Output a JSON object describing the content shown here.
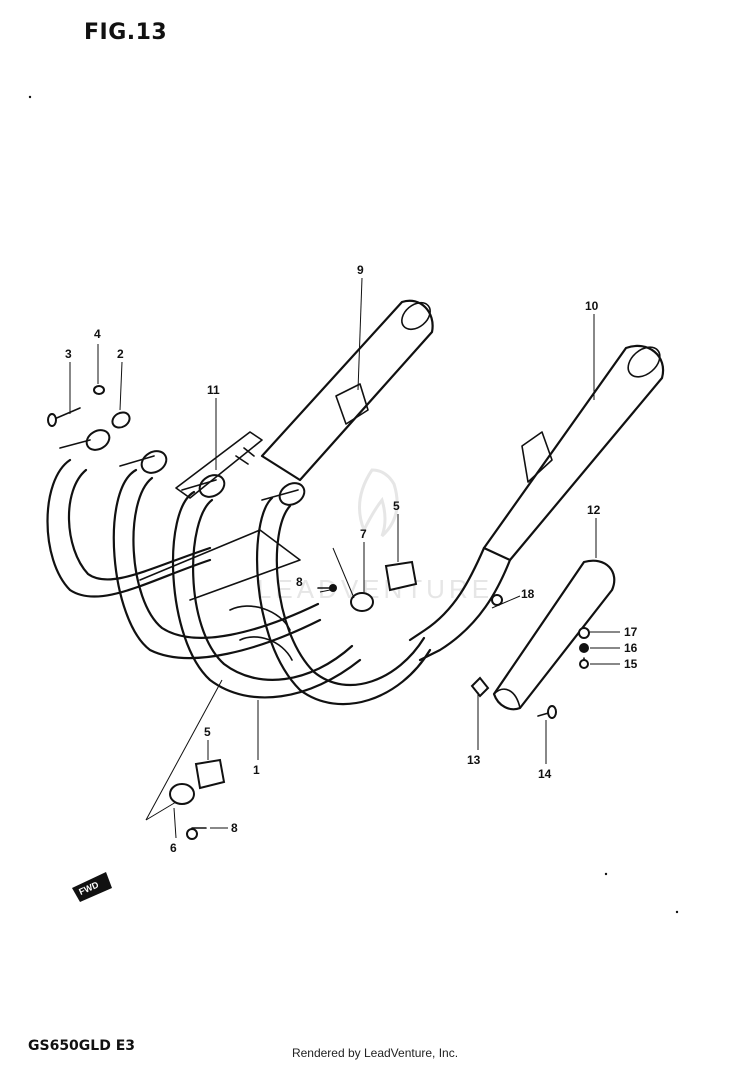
{
  "figure": {
    "title": "FIG.13"
  },
  "model_code": "GS650GLD E3",
  "credit": "Rendered by LeadVenture, Inc.",
  "watermark": "LEADVENTURE",
  "fwd_arrow": "FWD",
  "callouts": {
    "p1": "1",
    "p2": "2",
    "p3": "3",
    "p4": "4",
    "p5a": "5",
    "p5b": "5",
    "p6": "6",
    "p7": "7",
    "p8a": "8",
    "p8b": "8",
    "p9": "9",
    "p10": "10",
    "p11": "11",
    "p12": "12",
    "p13": "13",
    "p14": "14",
    "p15": "15",
    "p16": "16",
    "p17": "17",
    "p18": "18"
  }
}
